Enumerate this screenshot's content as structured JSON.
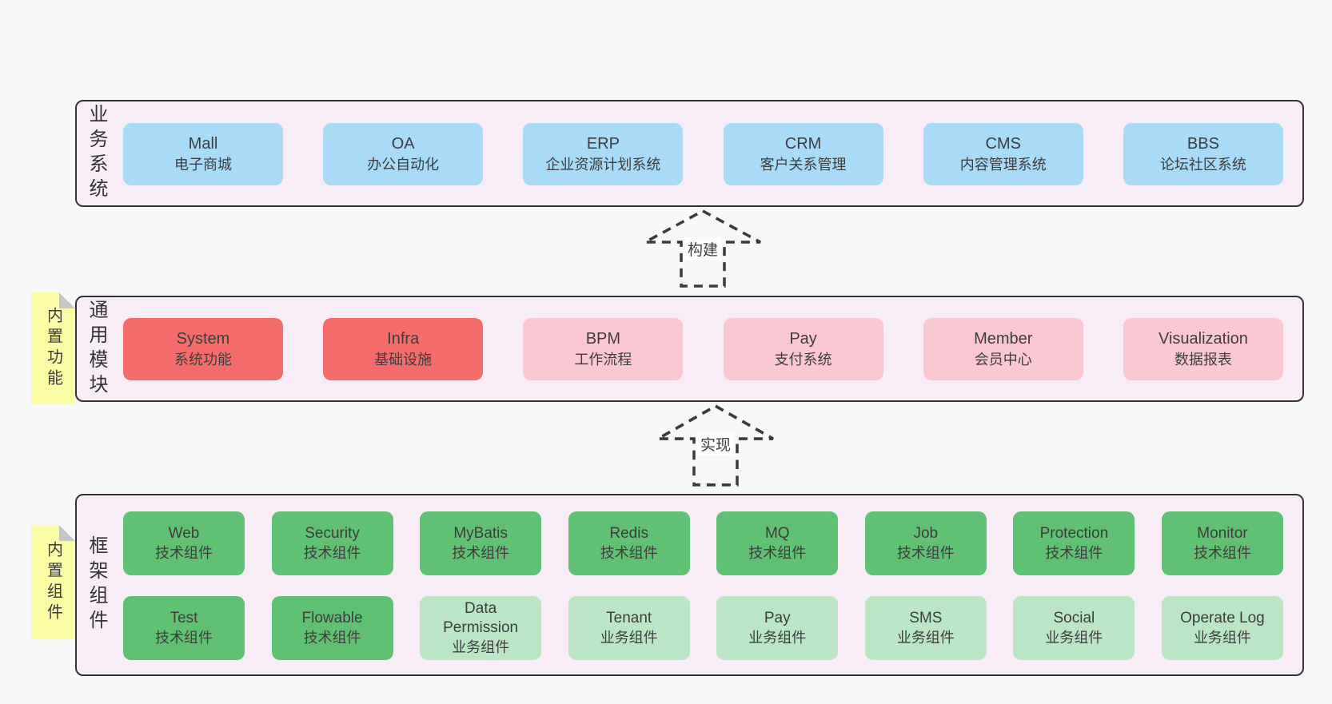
{
  "colors": {
    "page_bg": "#f7f7f7",
    "band_bg": "#f8edf6",
    "band_border": "#333333",
    "blue_box": "#a9dbf7",
    "red_box": "#f56c6c",
    "pink_box": "#fac8d3",
    "green_box": "#60c175",
    "light_green_box": "#bce5c6",
    "note_yellow": "#fbfba6",
    "note_fold_gray": "#c6c6c6",
    "text": "#3d3d3d"
  },
  "arrows": [
    {
      "label": "构建"
    },
    {
      "label": "实现"
    }
  ],
  "bands": [
    {
      "label": "业务系统",
      "boxes": [
        {
          "title": "Mall",
          "subtitle": "电子商城",
          "variant": "blue"
        },
        {
          "title": "OA",
          "subtitle": "办公自动化",
          "variant": "blue"
        },
        {
          "title": "ERP",
          "subtitle": "企业资源计划系统",
          "variant": "blue"
        },
        {
          "title": "CRM",
          "subtitle": "客户关系管理",
          "variant": "blue"
        },
        {
          "title": "CMS",
          "subtitle": "内容管理系统",
          "variant": "blue"
        },
        {
          "title": "BBS",
          "subtitle": "论坛社区系统",
          "variant": "blue"
        }
      ]
    },
    {
      "label": "通用模块",
      "note": "内置功能",
      "boxes": [
        {
          "title": "System",
          "subtitle": "系统功能",
          "variant": "red"
        },
        {
          "title": "Infra",
          "subtitle": "基础设施",
          "variant": "red"
        },
        {
          "title": "BPM",
          "subtitle": "工作流程",
          "variant": "pink"
        },
        {
          "title": "Pay",
          "subtitle": "支付系统",
          "variant": "pink"
        },
        {
          "title": "Member",
          "subtitle": "会员中心",
          "variant": "pink"
        },
        {
          "title": "Visualization",
          "subtitle": "数据报表",
          "variant": "pink"
        }
      ]
    },
    {
      "label": "框架组件",
      "note": "内置组件",
      "rows": [
        [
          {
            "title": "Web",
            "subtitle": "技术组件",
            "variant": "green"
          },
          {
            "title": "Security",
            "subtitle": "技术组件",
            "variant": "green"
          },
          {
            "title": "MyBatis",
            "subtitle": "技术组件",
            "variant": "green"
          },
          {
            "title": "Redis",
            "subtitle": "技术组件",
            "variant": "green"
          },
          {
            "title": "MQ",
            "subtitle": "技术组件",
            "variant": "green"
          },
          {
            "title": "Job",
            "subtitle": "技术组件",
            "variant": "green"
          },
          {
            "title": "Protection",
            "subtitle": "技术组件",
            "variant": "green"
          },
          {
            "title": "Monitor",
            "subtitle": "技术组件",
            "variant": "green"
          }
        ],
        [
          {
            "title": "Test",
            "subtitle": "技术组件",
            "variant": "green"
          },
          {
            "title": "Flowable",
            "subtitle": "技术组件",
            "variant": "green"
          },
          {
            "title": "Data Permission",
            "subtitle": "业务组件",
            "variant": "lightgreen"
          },
          {
            "title": "Tenant",
            "subtitle": "业务组件",
            "variant": "lightgreen"
          },
          {
            "title": "Pay",
            "subtitle": "业务组件",
            "variant": "lightgreen"
          },
          {
            "title": "SMS",
            "subtitle": "业务组件",
            "variant": "lightgreen"
          },
          {
            "title": "Social",
            "subtitle": "业务组件",
            "variant": "lightgreen"
          },
          {
            "title": "Operate Log",
            "subtitle": "业务组件",
            "variant": "lightgreen"
          }
        ]
      ]
    }
  ]
}
